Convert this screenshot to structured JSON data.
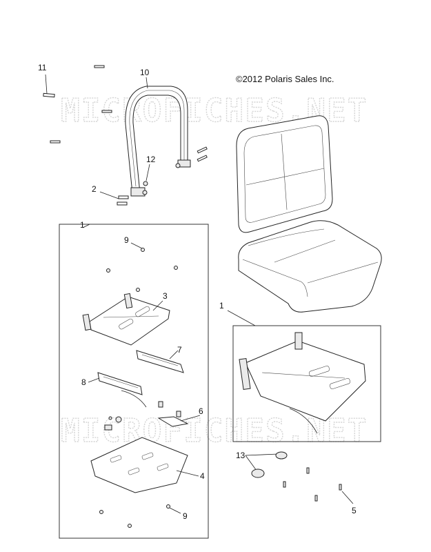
{
  "copyright": "©2012 Polaris Sales Inc.",
  "watermark": "MICROFICHES.NET",
  "callouts": {
    "c11": "11",
    "c10": "10",
    "c12": "12",
    "c2": "2",
    "c1a": "1",
    "c9a": "9",
    "c3": "3",
    "c7": "7",
    "c8": "8",
    "c6": "6",
    "c4": "4",
    "c9b": "9",
    "c1b": "1",
    "c13": "13",
    "c5": "5"
  }
}
